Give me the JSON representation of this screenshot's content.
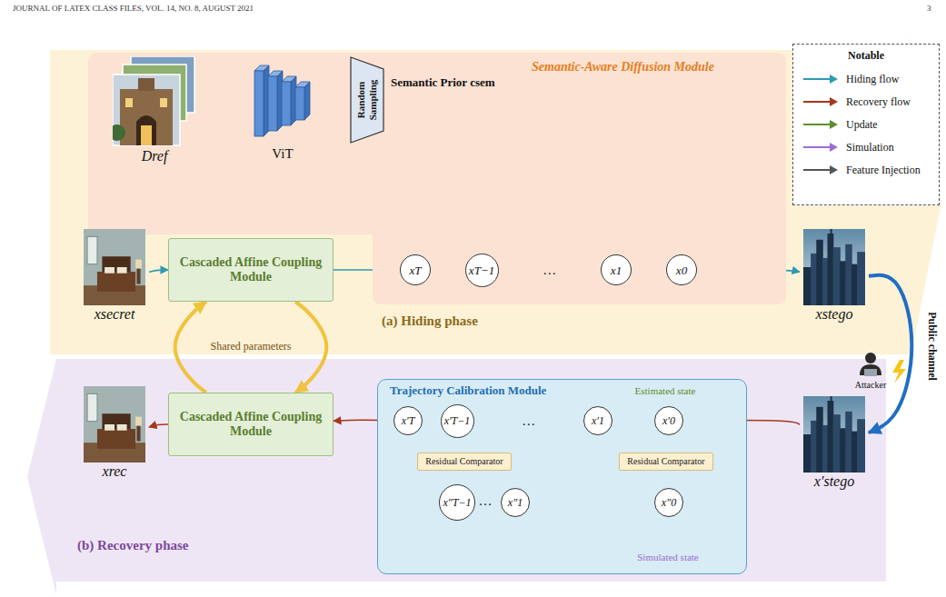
{
  "diagram": {
    "nodes": [
      {
        "text": [
          "(a) Hiding phase"
        ]
      },
      {
        "text": [
          "Semantic-Aware Diffusion Module"
        ],
        "in": 0
      },
      {
        "text": [
          "Dref"
        ],
        "in": 1
      },
      {
        "text": [
          "ViT"
        ],
        "in": 1
      },
      {
        "text": [
          "Random Sampling"
        ],
        "in": 1
      },
      {
        "text": [
          "xsecret"
        ],
        "in": 0
      },
      {
        "text": [
          "Cascaded Affine Coupling Module"
        ],
        "in": 0
      },
      {
        "text": [
          "xT"
        ],
        "in": 1
      },
      {
        "text": [
          "xT−1"
        ],
        "in": 1
      },
      {
        "text": [
          "x1"
        ],
        "in": 1
      },
      {
        "text": [
          "x0"
        ],
        "in": 1
      },
      {
        "text": [
          "xstego"
        ],
        "in": 0
      },
      {
        "text": [
          "(b) Recovery phase"
        ]
      },
      {
        "text": [
          "xrec"
        ],
        "in": 12
      },
      {
        "text": [
          "Cascaded Affine Coupling Module"
        ],
        "in": 12
      },
      {
        "text": [
          "Trajectory Calibration Module"
        ],
        "in": 12
      },
      {
        "text": [
          "x′T"
        ],
        "in": 15
      },
      {
        "text": [
          "x′T−1"
        ],
        "in": 15
      },
      {
        "text": [
          "x′1"
        ],
        "in": 15
      },
      {
        "text": [
          "x′0"
        ],
        "in": 15
      },
      {
        "text": [
          "Residual Comparator"
        ],
        "in": 15
      },
      {
        "text": [
          "Residual Comparator"
        ],
        "in": 15
      },
      {
        "text": [
          "x″T−1"
        ],
        "in": 15
      },
      {
        "text": [
          "x″1"
        ],
        "in": 15
      },
      {
        "text": [
          "x″0"
        ],
        "in": 15
      },
      {
        "text": [
          "x′stego"
        ],
        "in": 12
      }
    ],
    "edges": [
      {
        "from": 2,
        "to": 3,
        "arrow": "to"
      },
      {
        "from": 3,
        "to": 4,
        "arrow": "to"
      },
      {
        "from": 4,
        "to": 7,
        "arrow": "to"
      },
      {
        "from": 4,
        "to": 8,
        "arrow": "to"
      },
      {
        "from": 4,
        "to": 9,
        "arrow": "to"
      },
      {
        "from": 4,
        "to": 10,
        "arrow": "to"
      },
      {
        "from": 5,
        "to": 6,
        "arrow": "to"
      },
      {
        "from": 6,
        "to": 7,
        "arrow": "to"
      },
      {
        "from": 7,
        "to": 8,
        "arrow": "to"
      },
      {
        "from": 8,
        "to": 9,
        "arrow": "to",
        "label": "…"
      },
      {
        "from": 9,
        "to": 10,
        "arrow": "to"
      },
      {
        "from": 10,
        "to": 11,
        "arrow": "to"
      },
      {
        "from": 11,
        "to": 25,
        "arrow": "to",
        "label": "Public channel"
      },
      {
        "from": 25,
        "to": 19,
        "arrow": "to"
      },
      {
        "from": 19,
        "to": 18,
        "arrow": "to"
      },
      {
        "from": 18,
        "to": 17,
        "arrow": "to",
        "label": "…"
      },
      {
        "from": 17,
        "to": 16,
        "arrow": "to"
      },
      {
        "from": 16,
        "to": 14,
        "arrow": "to"
      },
      {
        "from": 14,
        "to": 13,
        "arrow": "to"
      },
      {
        "from": 6,
        "to": 14,
        "arrow": "to",
        "label": "Shared parameters"
      },
      {
        "from": 14,
        "to": 6,
        "arrow": "to"
      },
      {
        "from": 16,
        "to": 22,
        "arrow": "to"
      },
      {
        "from": 17,
        "to": 20,
        "arrow": "to"
      },
      {
        "from": 22,
        "to": 20,
        "arrow": "to"
      },
      {
        "from": 20,
        "to": 16,
        "arrow": "to"
      },
      {
        "from": 18,
        "to": 24,
        "arrow": "to"
      },
      {
        "from": 19,
        "to": 21,
        "arrow": "to"
      },
      {
        "from": 24,
        "to": 21,
        "arrow": "to"
      },
      {
        "from": 21,
        "to": 18,
        "arrow": "to"
      }
    ],
    "labels": [
      "JOURNAL OF LATEX CLASS FILES, VOL. 14, NO. 8, AUGUST 2021",
      "3",
      "Semantic Prior csem",
      "Notable",
      "Attacker",
      "Estimated state",
      "Simulated state",
      "…"
    ],
    "legend": [
      {
        "text": "Hiding flow"
      },
      {
        "text": "Recovery flow"
      },
      {
        "text": "Update"
      },
      {
        "text": "Simulation"
      },
      {
        "text": "Feature Injection"
      }
    ]
  }
}
